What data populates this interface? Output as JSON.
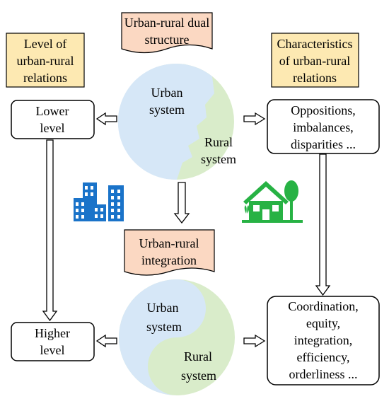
{
  "colors": {
    "label_fill": "#fde9b2",
    "banner_fill": "#fbd8c2",
    "urban_fill": "#d6e7f7",
    "rural_fill": "#d9ecca",
    "building_icon": "#1a73c9",
    "house_icon": "#27b244"
  },
  "labels": {
    "level_title": [
      "Level of",
      "urban-rural",
      "relations"
    ],
    "characteristics_title": [
      "Characteristics",
      "of urban-rural",
      "relations"
    ]
  },
  "banners": {
    "top": [
      "Urban-rural dual",
      "structure"
    ],
    "middle": [
      "Urban-rural",
      "integration"
    ]
  },
  "levels": {
    "lower": [
      "Lower",
      "level"
    ],
    "higher": [
      "Higher",
      "level"
    ]
  },
  "characteristics": {
    "lower": [
      "Oppositions,",
      "imbalances,",
      "disparities ..."
    ],
    "higher": [
      "Coordination,",
      "equity,",
      "integration,",
      "efficiency,",
      "orderliness ..."
    ]
  },
  "dual_circle": {
    "urban": [
      "Urban",
      "system"
    ],
    "rural": [
      "Rural",
      "system"
    ]
  },
  "integrated_circle": {
    "urban": [
      "Urban",
      "system"
    ],
    "rural": [
      "Rural",
      "system"
    ]
  },
  "icons": {
    "buildings": "city-buildings-icon",
    "house": "house-with-tree-icon"
  }
}
